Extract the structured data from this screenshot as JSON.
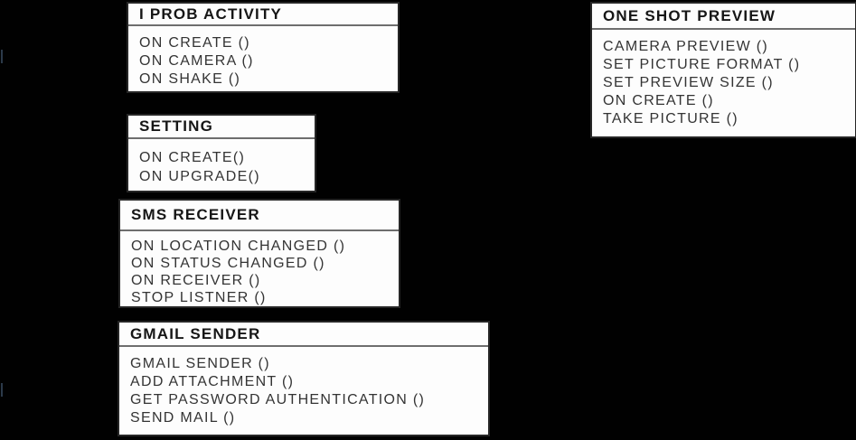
{
  "diagram": {
    "kind": "uml-class-diagram",
    "classes": [
      {
        "title": "I PROB ACTIVITY",
        "methods": [
          "ON CREATE ()",
          "ON CAMERA ()",
          "ON SHAKE ()"
        ]
      },
      {
        "title": "SETTING",
        "methods": [
          "ON CREATE()",
          "ON UPGRADE()"
        ]
      },
      {
        "title": "SMS RECEIVER",
        "methods": [
          "ON LOCATION CHANGED ()",
          "ON STATUS CHANGED ()",
          "ON RECEIVER ()",
          "STOP LISTNER ()"
        ]
      },
      {
        "title": "GMAIL SENDER",
        "methods": [
          "GMAIL SENDER ()",
          "ADD ATTACHMENT  ()",
          "GET PASSWORD AUTHENTICATION  ()",
          "SEND MAIL ()"
        ]
      },
      {
        "title": "ONE SHOT PREVIEW",
        "methods": [
          "CAMERA PREVIEW  ()",
          "SET PICTURE FORMAT  ()",
          "SET PREVIEW  SIZE  ()",
          "ON CREATE  ()",
          "TAKE PICTURE  ()"
        ]
      }
    ]
  },
  "colors": {
    "background": "#010101",
    "box_background": "#fdfdfd",
    "box_border": "#262626",
    "separator": "#6e6e6e",
    "title_text": "#161616",
    "method_text": "#343434",
    "edge_artifact": "#2c3a4a"
  }
}
